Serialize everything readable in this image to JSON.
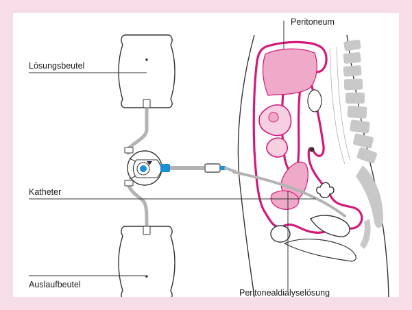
{
  "labels": {
    "peritoneum": "Peritoneum",
    "solution_bag": "Lösungsbeutel",
    "catheter": "Katheter",
    "drain_bag": "Auslaufbeutel",
    "dialysis_solution": "Peritonealdialyselösung"
  },
  "colors": {
    "background": "#f6dde8",
    "peritoneum_magenta": "#d4187a",
    "organ_pink": "#efa9c9",
    "organ_light_pink": "#f6cfe0",
    "spine_gray": "#c8c8c8",
    "tube_gray": "#b3b3b3",
    "connector_blue": "#1a8fd8"
  },
  "icons": [
    "solution-bag-icon",
    "drain-bag-icon",
    "transfer-set-icon",
    "spine-icon"
  ]
}
